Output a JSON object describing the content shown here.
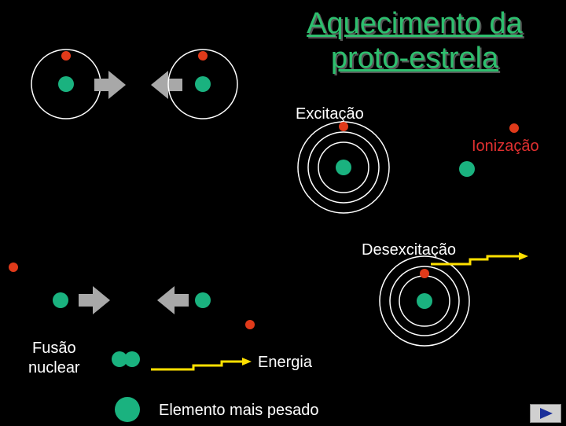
{
  "title_line1": "Aquecimento da",
  "title_line2": "proto-estrela",
  "labels": {
    "excitation": "Excitação",
    "ionization": "Ionização",
    "deexcitation": "Desexcitação",
    "fusion": "Fusão\nnuclear",
    "energy": "Energia",
    "heavier_element": "Elemento mais pesado"
  },
  "colors": {
    "title": "#2dbf6e",
    "nucleus": "#1ab27f",
    "electron": "#e03a1a",
    "orbit": "#ffffff",
    "arrow": "#a8a8a8",
    "energy_line": "#ffe000",
    "ionization_text": "#e03030"
  },
  "icons": {
    "next": "play-triangle-icon"
  }
}
